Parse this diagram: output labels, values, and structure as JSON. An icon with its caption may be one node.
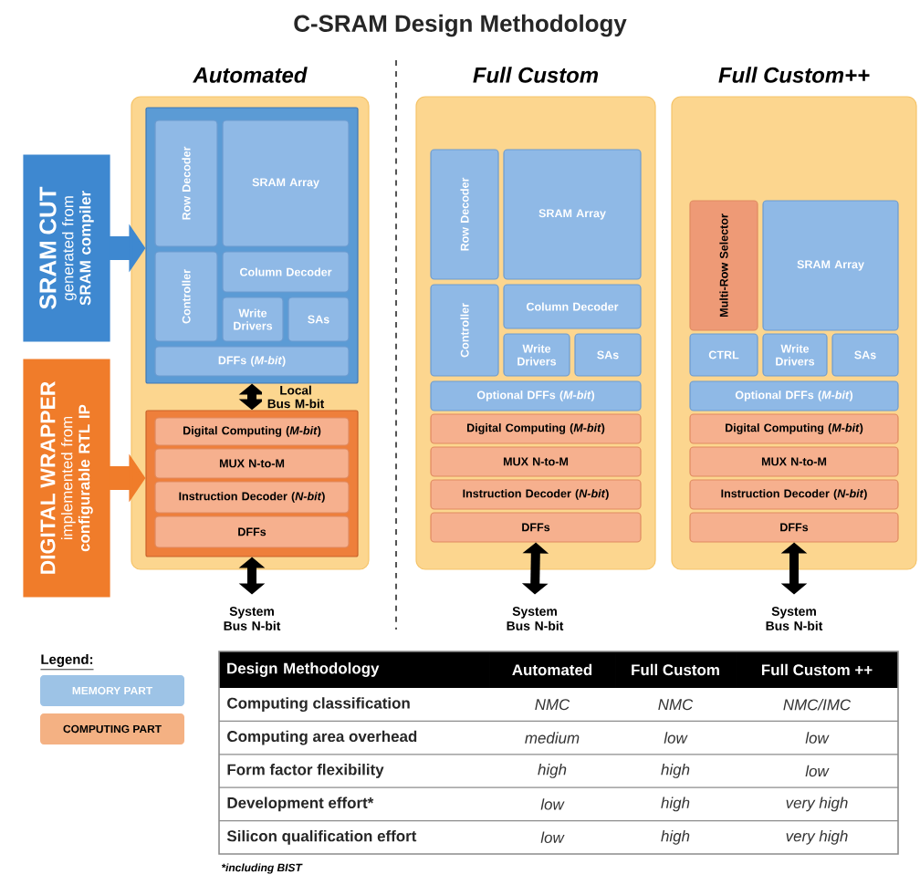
{
  "diagram": {
    "title": "C-SRAM Design Methodology",
    "nodes": [
      {
        "text": [
          "Automated"
        ]
      },
      {
        "text": [],
        "shape": "box",
        "in": 0
      },
      {
        "text": [
          "Row Decoder"
        ],
        "in": 1
      },
      {
        "text": [
          "SRAM Array"
        ],
        "in": 1
      },
      {
        "text": [
          "Controller"
        ],
        "in": 1
      },
      {
        "text": [
          "Column Decoder"
        ],
        "in": 1
      },
      {
        "text": [
          "Write Drivers"
        ],
        "in": 1
      },
      {
        "text": [
          "SAs"
        ],
        "in": 1
      },
      {
        "text": [
          "DFFs (*M-bit*)"
        ],
        "in": 1
      },
      {
        "text": [],
        "shape": "box",
        "in": 0
      },
      {
        "text": [
          "Digital Computing (*M-bit*)"
        ],
        "in": 9
      },
      {
        "text": [
          "MUX N-to-M"
        ],
        "in": 9
      },
      {
        "text": [
          "Instruction Decoder (*N-bit*)"
        ],
        "in": 9
      },
      {
        "text": [
          "DFFs"
        ],
        "in": 9
      },
      {
        "text": [
          "System Bus N-bit"
        ]
      },
      {
        "text": [
          "Full Custom"
        ]
      },
      {
        "text": [
          "Row Decoder"
        ],
        "in": 15
      },
      {
        "text": [
          "SRAM Array"
        ],
        "in": 15
      },
      {
        "text": [
          "Controller"
        ],
        "in": 15
      },
      {
        "text": [
          "Column Decoder"
        ],
        "in": 15
      },
      {
        "text": [
          "Write Drivers"
        ],
        "in": 15
      },
      {
        "text": [
          "SAs"
        ],
        "in": 15
      },
      {
        "text": [
          "Optional DFFs (*M-bit*)"
        ],
        "in": 15
      },
      {
        "text": [
          "Digital Computing (*M-bit*)"
        ],
        "in": 15
      },
      {
        "text": [
          "MUX N-to-M"
        ],
        "in": 15
      },
      {
        "text": [
          "Instruction Decoder (*N-bit*)"
        ],
        "in": 15
      },
      {
        "text": [
          "DFFs"
        ],
        "in": 15
      },
      {
        "text": [
          "System Bus N-bit"
        ]
      },
      {
        "text": [
          "Full Custom++"
        ]
      },
      {
        "text": [
          "Multi-Row Selector"
        ],
        "in": 28
      },
      {
        "text": [
          "SRAM Array"
        ],
        "in": 28
      },
      {
        "text": [
          "CTRL"
        ],
        "in": 28
      },
      {
        "text": [
          "Write Drivers"
        ],
        "in": 28
      },
      {
        "text": [
          "SAs"
        ],
        "in": 28
      },
      {
        "text": [
          "Optional DFFs (*M-bit*)"
        ],
        "in": 28
      },
      {
        "text": [
          "Digital Computing (*M-bit*)"
        ],
        "in": 28
      },
      {
        "text": [
          "MUX N-to-M"
        ],
        "in": 28
      },
      {
        "text": [
          "Instruction Decoder (*N-bit*)"
        ],
        "in": 28
      },
      {
        "text": [
          "DFFs"
        ],
        "in": 28
      },
      {
        "text": [
          "System Bus N-bit"
        ]
      },
      {
        "text": [
          "SRAM CUT",
          "generated from **SRAM compiler**"
        ]
      },
      {
        "text": [
          "DIGITAL WRAPPER",
          "implemented from **configurable RTL IP**"
        ]
      }
    ],
    "edges": [
      {
        "from": 1,
        "to": 9,
        "arrow": "both",
        "label": "Local Bus M-bit"
      },
      {
        "from": 9,
        "to": 14,
        "arrow": "both"
      },
      {
        "from": 26,
        "to": 27,
        "arrow": "both"
      },
      {
        "from": 38,
        "to": 39,
        "arrow": "both"
      },
      {
        "from": 40,
        "to": 1,
        "arrow": "to",
        "style": "thick",
        "color": "#3e88d0"
      },
      {
        "from": 41,
        "to": 9,
        "arrow": "to",
        "style": "thick",
        "color": "#f07c2a"
      }
    ],
    "labels": [
      "Legend:",
      "Design Methodology",
      "Automated",
      "Full Custom",
      "Full Custom ++",
      "Computing classification",
      "NMC",
      "NMC",
      "NMC/IMC",
      "Computing area overhead",
      "medium",
      "low",
      "low",
      "Form factor flexibility",
      "high",
      "high",
      "low",
      "Development effort*",
      "low",
      "high",
      "very high",
      "Silicon qualification effort",
      "low",
      "high",
      "very high",
      "*including BIST"
    ],
    "legend": [
      {
        "text": "MEMORY PART",
        "color": "#9dc3e6"
      },
      {
        "text": "COMPUTING PART",
        "color": "#f4b183"
      }
    ]
  }
}
